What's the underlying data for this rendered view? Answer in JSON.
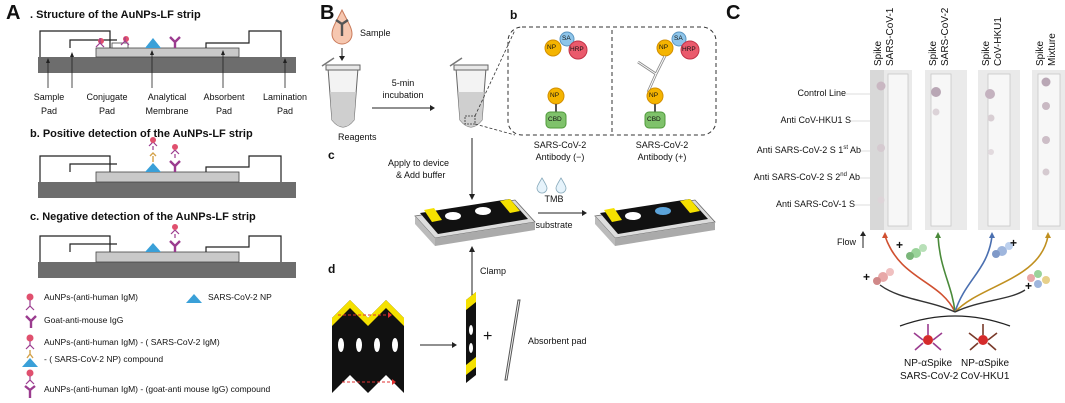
{
  "panelA": {
    "letter": "A",
    "title_a": ". Structure of the AuNPs-LF strip",
    "strip_labels": [
      {
        "line1": "Sample",
        "line2": "Pad"
      },
      {
        "line1": "Conjugate",
        "line2": "Pad"
      },
      {
        "line1": "Analytical",
        "line2": "Membrane"
      },
      {
        "line1": "Absorbent",
        "line2": "Pad"
      },
      {
        "line1": "Lamination",
        "line2": "Pad"
      }
    ],
    "title_b": "b. Positive detection of the AuNPs-LF strip",
    "title_c": "c. Negative detection of the AuNPs-LF strip",
    "legend": {
      "aunp": "AuNPs-(anti-human IgM)",
      "np": "SARS-CoV-2 NP",
      "goat": "Goat-anti-mouse IgG",
      "complex1_l1": "AuNPs-(anti-human IgM) - ( SARS-CoV-2 IgM)",
      "complex1_l2": "- ( SARS-CoV-2 NP) compound",
      "complex2": "AuNPs-(anti-human IgM) - (goat-anti mouse IgG) compound"
    }
  },
  "panelB": {
    "letter": "B",
    "sub_b": "b",
    "sub_c": "c",
    "sub_d": "d",
    "sample": "Sample",
    "incubation_l1": "5-min",
    "incubation_l2": "incubation",
    "reagents": "Reagents",
    "np": "NP",
    "sa": "SA",
    "hrp": "HRP",
    "cbd": "CBD",
    "ab_neg_l1": "SARS-CoV-2",
    "ab_neg_l2": "Antibody (−)",
    "ab_pos_l1": "SARS-CoV-2",
    "ab_pos_l2": "Antibody (+)",
    "apply_l1": "Apply to device",
    "apply_l2": "& Add buffer",
    "tmb_l1": "TMB",
    "tmb_l2": "substrate",
    "clamp": "Clamp",
    "absorbent": "Absorbent pad",
    "plus": "+"
  },
  "panelC": {
    "letter": "C",
    "columns": [
      {
        "l1": "Spike",
        "l2": "SARS-CoV-1"
      },
      {
        "l1": "Spike",
        "l2": "SARS-CoV-2"
      },
      {
        "l1": "Spike",
        "l2": "CoV-HKU1"
      },
      {
        "l1": "Spike",
        "l2": "Mixture"
      }
    ],
    "rows": [
      "Control Line",
      "Anti CoV-HKU1 S"
    ],
    "row3": {
      "main": "Anti SARS-CoV-2 S 1",
      "sup": "st",
      "tail": " Ab"
    },
    "row4": {
      "main": "Anti SARS-CoV-2 S 2",
      "sup": "nd",
      "tail": " Ab"
    },
    "row5": "Anti SARS-CoV-1 S",
    "flow": "Flow",
    "plus": "+",
    "np_left_l1": "NP-αSpike",
    "np_left_l2": "SARS-CoV-2",
    "np_right_l1": "NP-αSpike",
    "np_right_l2": "CoV-HKU1"
  },
  "colors": {
    "gold": "#f4b400",
    "np_blue": "#3aa0d8",
    "antibody_purple": "#9b3c8f",
    "aunp_pink": "#e0506e",
    "hrp_red": "#ea5a6c",
    "sa_blue": "#8ec5ea",
    "cbd_green": "#7fc26b",
    "strip_yellow": "#f5e100",
    "strip_gray": "#6d6d6d"
  }
}
